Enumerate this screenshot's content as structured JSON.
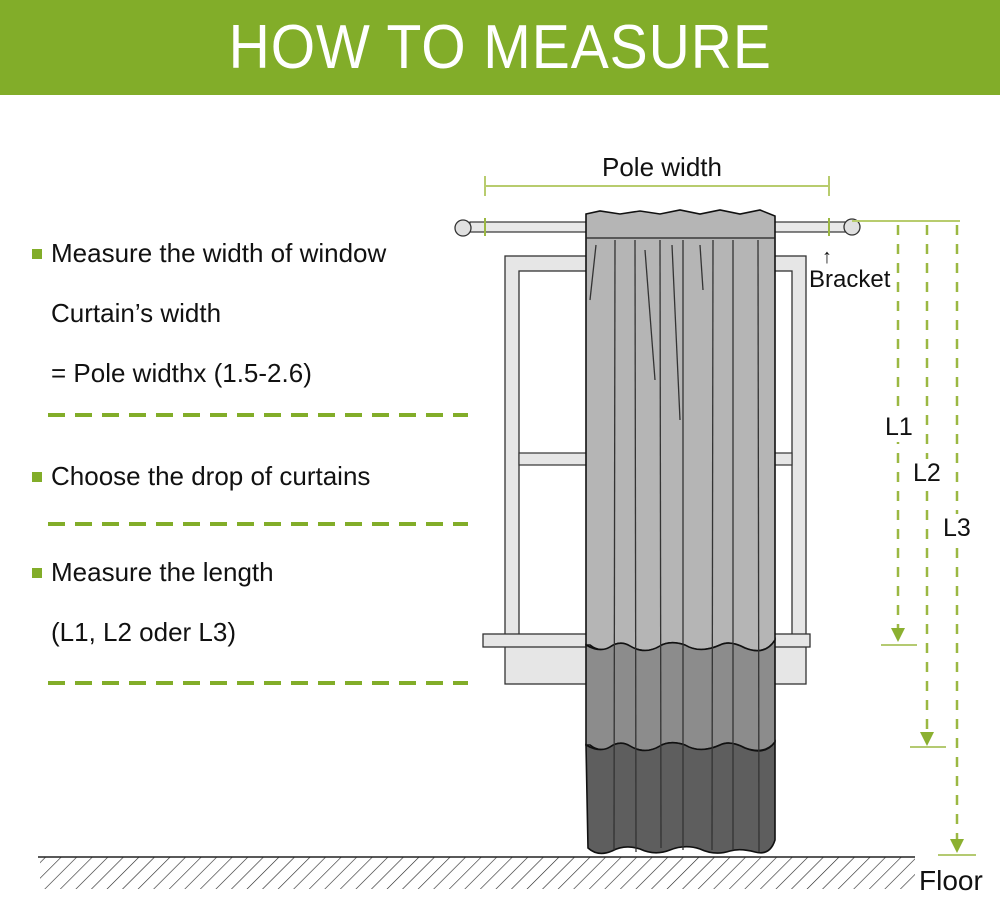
{
  "header": {
    "title": "HOW TO MEASURE"
  },
  "steps": [
    {
      "bullet": "Measure the width of window",
      "lines": [
        "Curtain’s width",
        "= Pole widthx (1.5-2.6)"
      ]
    },
    {
      "bullet": "Choose the drop of curtains",
      "lines": []
    },
    {
      "bullet": "Measure the length",
      "lines": [
        "(L1, L2 oder L3)"
      ]
    }
  ],
  "diagram": {
    "pole_width_label": "Pole width",
    "bracket_label": "Bracket",
    "bracket_arrow": "↑",
    "length_labels": [
      "L1",
      "L2",
      "L3"
    ],
    "floor_label": "Floor"
  },
  "colors": {
    "accent_green": "#82ad29",
    "measure_line": "#b8cc6e",
    "curtain_light": "#b5b5b5",
    "curtain_mid": "#8c8c8c",
    "curtain_dark": "#5e5e5e",
    "window_frame": "#e6e6e6"
  }
}
